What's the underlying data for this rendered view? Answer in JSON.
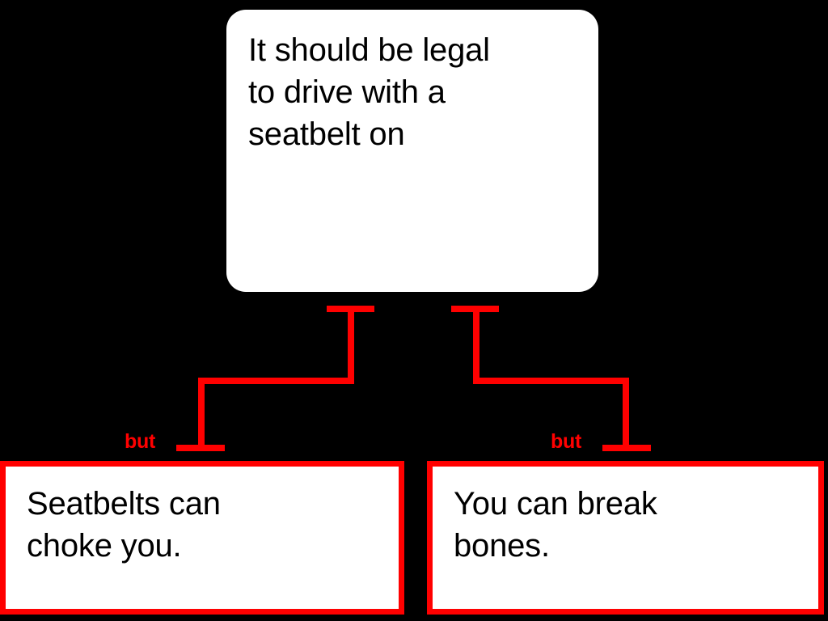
{
  "diagram": {
    "type": "argument-map",
    "background_color": "#000000",
    "accent_color": "#ff0000",
    "node_fill_color": "#ffffff",
    "text_color": "#000000",
    "claim": {
      "text": "It should be legal\nto drive with a\nseatbelt on"
    },
    "relations": [
      {
        "label": "but",
        "from": "claim",
        "to": "objection-1"
      },
      {
        "label": "but",
        "from": "claim",
        "to": "objection-2"
      }
    ],
    "objections": [
      {
        "id": "objection-1",
        "text": "Seatbelts can\nchoke you."
      },
      {
        "id": "objection-2",
        "text": "You can break\nbones."
      }
    ]
  }
}
